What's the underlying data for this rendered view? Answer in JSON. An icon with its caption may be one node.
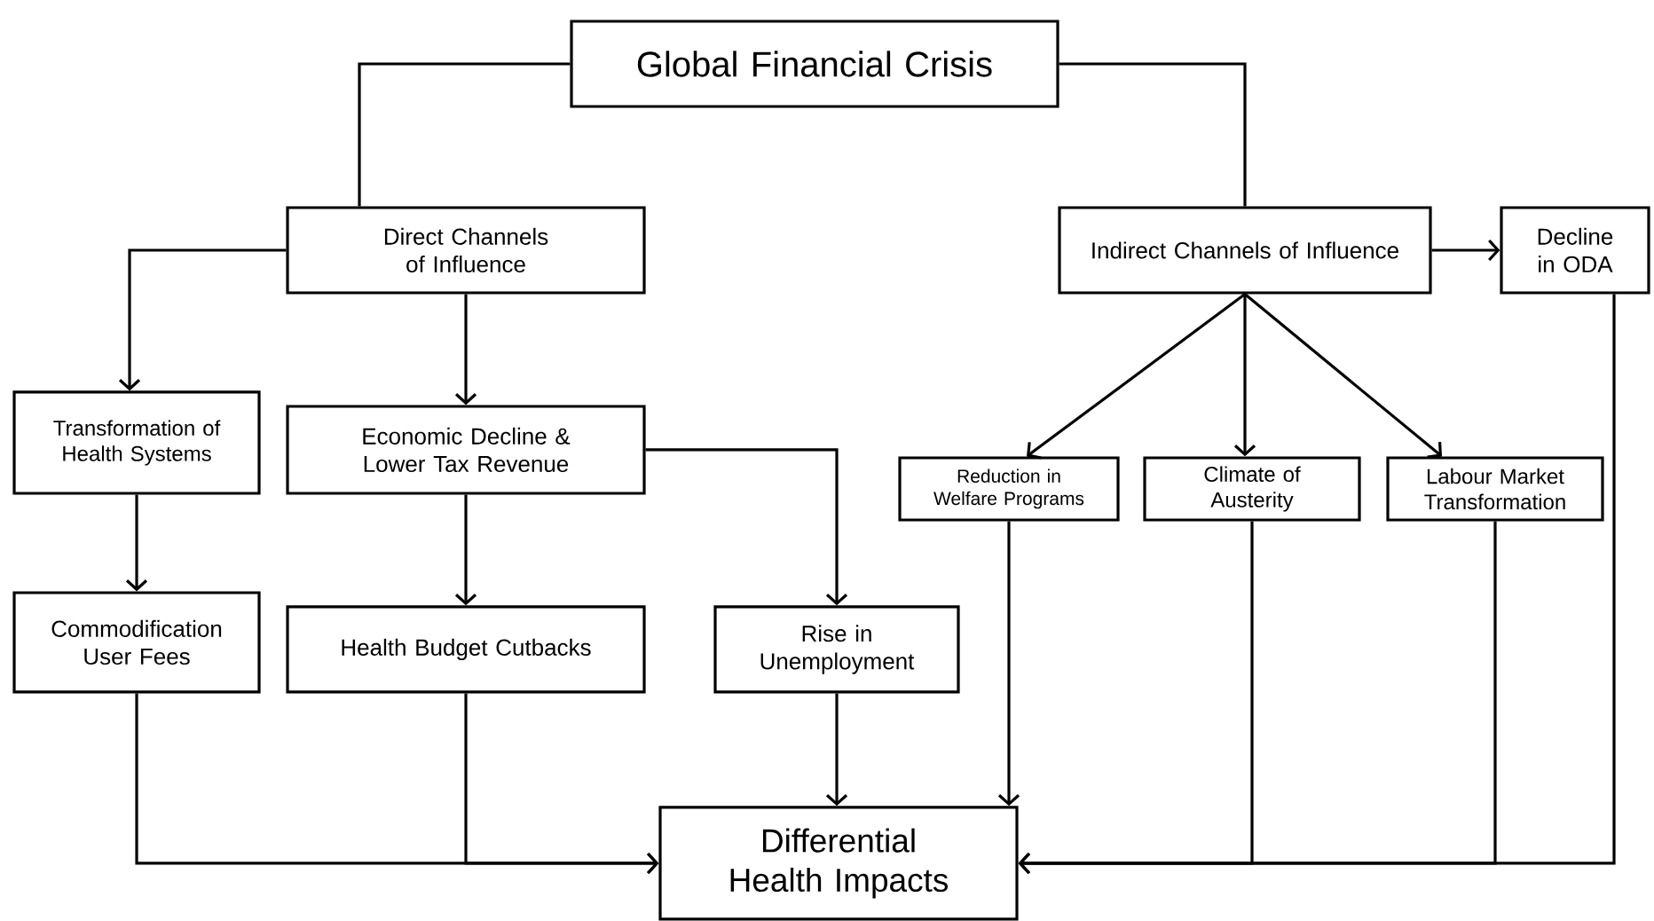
{
  "diagram": {
    "nodes": [
      {
        "text": [
          "Global Financial Crisis"
        ]
      },
      {
        "text": [
          "Direct Channels of Influence"
        ]
      },
      {
        "text": [
          "Indirect Channels of Influence"
        ]
      },
      {
        "text": [
          "Decline in ODA"
        ]
      },
      {
        "text": [
          "Transformation of Health Systems"
        ]
      },
      {
        "text": [
          "Economic Decline & Lower Tax Revenue"
        ]
      },
      {
        "text": [
          "Reduction in Welfare Programs"
        ]
      },
      {
        "text": [
          "Climate of Austerity"
        ]
      },
      {
        "text": [
          "Labour Market Transformation"
        ]
      },
      {
        "text": [
          "Commodification User Fees"
        ]
      },
      {
        "text": [
          "Health Budget Cutbacks"
        ]
      },
      {
        "text": [
          "Rise in Unemployment"
        ]
      },
      {
        "text": [
          "Differential Health Impacts"
        ]
      }
    ],
    "edges": [
      {
        "from": 0,
        "to": 1,
        "arrow": "none"
      },
      {
        "from": 0,
        "to": 2,
        "arrow": "none"
      },
      {
        "from": 1,
        "to": 4,
        "arrow": "to"
      },
      {
        "from": 1,
        "to": 5,
        "arrow": "to"
      },
      {
        "from": 2,
        "to": 3,
        "arrow": "to"
      },
      {
        "from": 2,
        "to": 6,
        "arrow": "to"
      },
      {
        "from": 2,
        "to": 7,
        "arrow": "to"
      },
      {
        "from": 2,
        "to": 8,
        "arrow": "to"
      },
      {
        "from": 4,
        "to": 9,
        "arrow": "to"
      },
      {
        "from": 5,
        "to": 10,
        "arrow": "to"
      },
      {
        "from": 5,
        "to": 11,
        "arrow": "to"
      },
      {
        "from": 11,
        "to": 12,
        "arrow": "to"
      },
      {
        "from": 6,
        "to": 12,
        "arrow": "to"
      },
      {
        "from": 9,
        "to": 12,
        "arrow": "to"
      },
      {
        "from": 10,
        "to": 12,
        "arrow": "to"
      },
      {
        "from": 7,
        "to": 12,
        "arrow": "to"
      },
      {
        "from": 8,
        "to": 12,
        "arrow": "to"
      },
      {
        "from": 3,
        "to": 12,
        "arrow": "to"
      }
    ]
  }
}
